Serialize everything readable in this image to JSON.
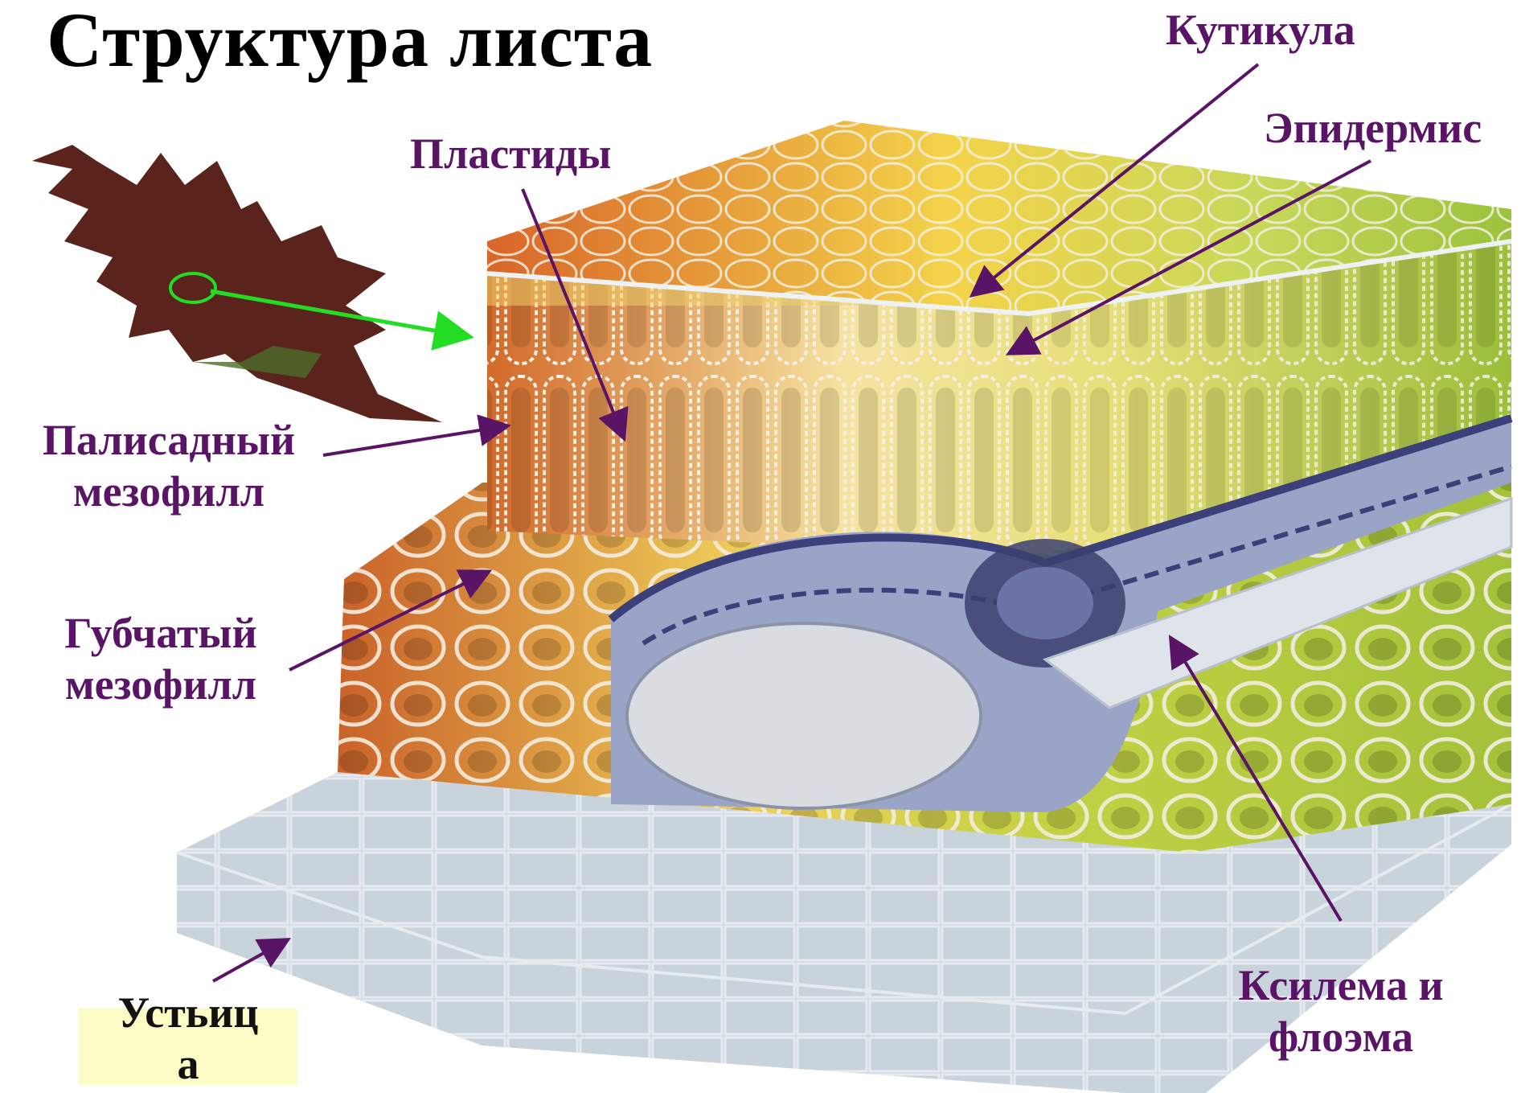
{
  "title": "Структура листа",
  "labels": {
    "cuticle": "Кутикула",
    "epidermis": "Эпидермис",
    "plastids": "Пластиды",
    "palisade_line1": "Палисадный",
    "palisade_line2": "мезофилл",
    "spongy_line1": "Губчатый",
    "spongy_line2": "мезофилл",
    "xylem_line1": "Ксилема и",
    "xylem_line2": "флоэма",
    "stoma_line1": "Устьиц",
    "stoma_line2": "а"
  },
  "colors": {
    "label": "#5a1466",
    "arrow": "#5a1466",
    "leaf_pointer": "#22dd22",
    "stoma_highlight": "#fdfbc6"
  }
}
